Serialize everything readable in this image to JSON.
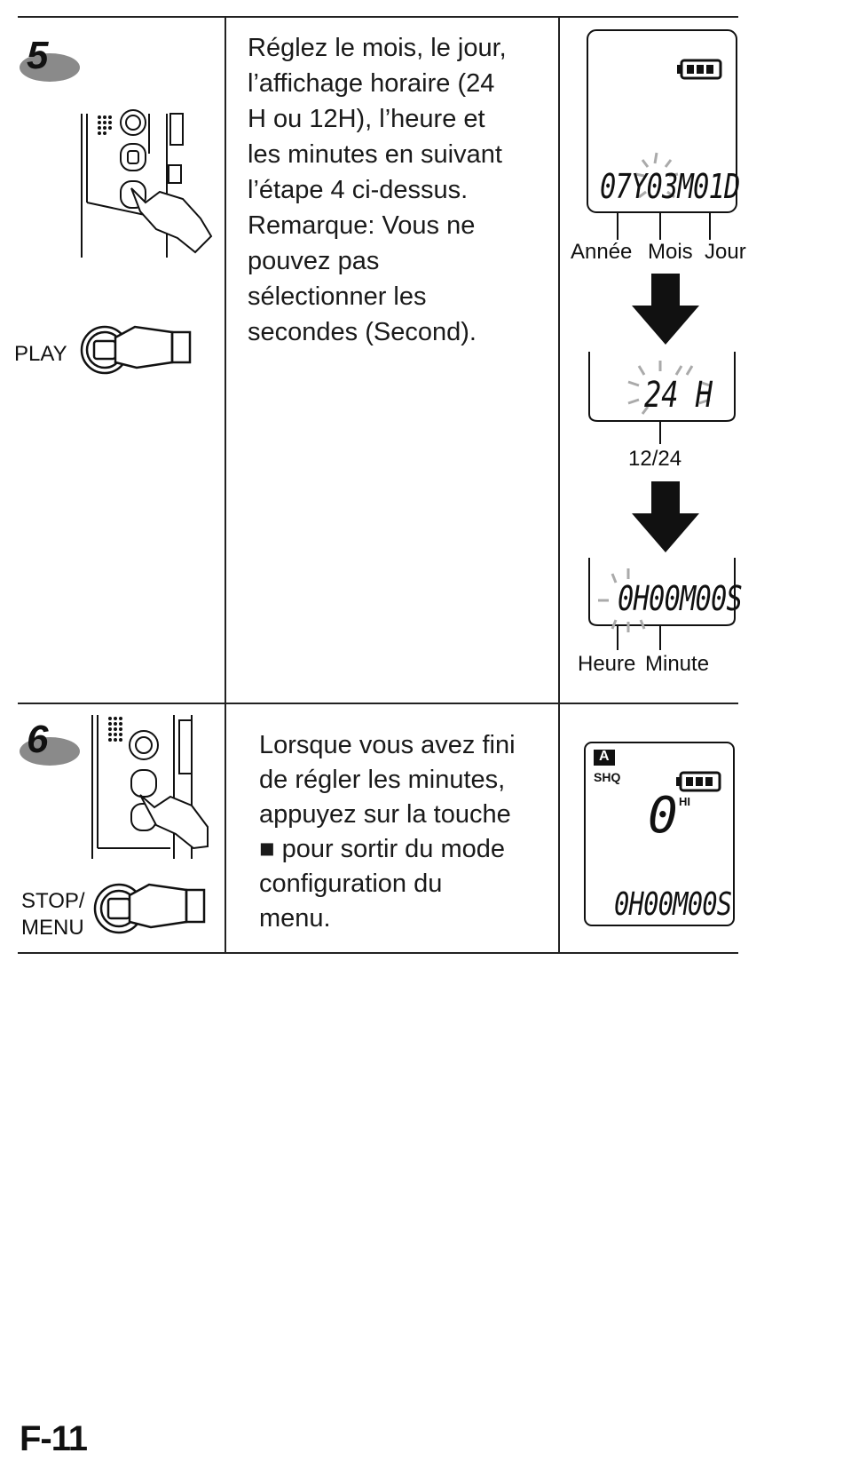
{
  "steps": [
    {
      "number": "5",
      "button_label": "PLAY",
      "text": "Réglez le mois, le jour,\nl’affichage horaire (24\nH ou 12H), l’heure et\nles minutes en suivant\nl’étape 4 ci-dessus.\nRemarque: Vous ne\npouvez pas\nsélectionner les\nsecondes (Second).",
      "displays": {
        "date": {
          "digits": "07Y03M01D",
          "labels": [
            "Année",
            "Mois",
            "Jour"
          ]
        },
        "format": {
          "digits": "24 H",
          "label": "12/24"
        },
        "time": {
          "digits": "0H00M00S",
          "labels": [
            "Heure",
            "Minute"
          ]
        }
      }
    },
    {
      "number": "6",
      "button_label": "STOP/\nMENU",
      "text": "Lorsque vous avez fini\nde régler les minutes,\nappuyez sur la touche\n■ pour sortir du mode\nconfiguration du\nmenu.",
      "display": {
        "badge": "A",
        "quality": "SHQ",
        "number": "0",
        "hi": "HI",
        "time": "0H00M00S"
      }
    }
  ],
  "page_number": "F-11"
}
